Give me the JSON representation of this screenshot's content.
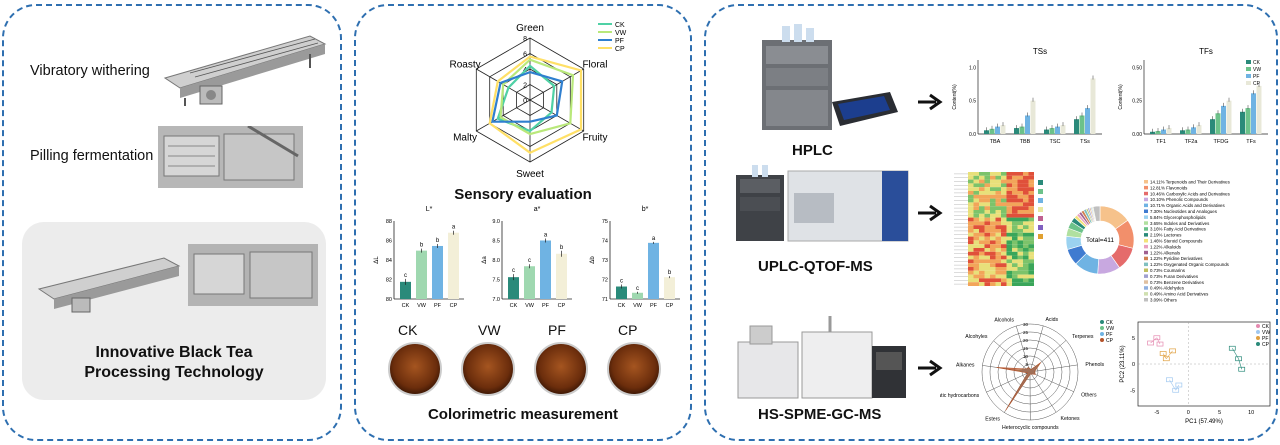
{
  "left": {
    "step1": "Vibratory withering",
    "step2": "Pilling fermentation",
    "result_line1": "Innovative Black Tea",
    "result_line2": "Processing Technology"
  },
  "middle": {
    "radar": {
      "axes": [
        "Green",
        "Floral",
        "Fruity",
        "Sweet",
        "Malty",
        "Roasty"
      ],
      "ticks": [
        "0",
        "2",
        "4",
        "6",
        "8"
      ],
      "legend": [
        "CK",
        "VW",
        "PF",
        "CP"
      ],
      "series_colors": [
        "#4fd1a5",
        "#b9e87a",
        "#2f7fcf",
        "#ffe066"
      ]
    },
    "sensory_title": "Sensory evaluation",
    "bars": {
      "L": {
        "title": "L*",
        "ylabel": "ΔL",
        "ticks": [
          "80",
          "82",
          "84",
          "86",
          "88"
        ],
        "cats": [
          "CK",
          "VW",
          "PF",
          "CP"
        ],
        "letters": [
          "c",
          "b",
          "b",
          "a"
        ]
      },
      "a": {
        "title": "a*",
        "ylabel": "Δa",
        "ticks": [
          "7.0",
          "7.5",
          "8.0",
          "8.5",
          "9.0"
        ],
        "cats": [
          "CK",
          "VW",
          "PF",
          "CP"
        ],
        "letters": [
          "c",
          "c",
          "a",
          "b"
        ]
      },
      "b": {
        "title": "b*",
        "ylabel": "Δb",
        "ticks": [
          "71",
          "72",
          "73",
          "74",
          "75"
        ],
        "cats": [
          "CK",
          "VW",
          "PF",
          "CP"
        ],
        "letters": [
          "c",
          "c",
          "a",
          "b"
        ]
      }
    },
    "cups": [
      "CK",
      "VW",
      "PF",
      "CP"
    ],
    "color_title": "Colorimetric measurement"
  },
  "right": {
    "hplc": "HPLC",
    "uplc": "UPLC-QTOF-MS",
    "gcms": "HS-SPME-GC-MS",
    "ts_chart": {
      "title": "TSs",
      "ylabel": "Content(%)",
      "ticks": [
        "0.0",
        "0.5",
        "1.0"
      ],
      "cats": [
        "TBA",
        "TBB",
        "TSC",
        "TSs"
      ]
    },
    "tf_chart": {
      "title": "TFs",
      "ylabel": "Content(%)",
      "ticks": [
        "0.00",
        "0.25",
        "0.50"
      ],
      "cats": [
        "TF1",
        "TF2a",
        "TFDG",
        "TFs"
      ],
      "legend": [
        "CK",
        "VW",
        "PF",
        "CP"
      ]
    },
    "donut_center": "Total=411",
    "donut_legend": [
      "14.11% Terpenoids and Their Derivatives",
      "12.81% Flavonoids",
      "10.46% Carboxylic Acids and Derivatives",
      "10.10% Phenolic Compounds",
      "10.71% Organic Acids and Derivatives",
      "7.30% Nucleotides and Analogues",
      "5.84% Glycerophospholipids",
      "3.65% Indoles and Derivatives",
      "3.16% Fatty Acid Derivatives",
      "2.19% Lactones",
      "1.46% Steroid Compounds",
      "1.22% Alkaloids",
      "1.22% Alkenals",
      "1.22% Pyridine Derivatives",
      "1.22% Oxygenated Organic Compounds",
      "0.73% Coumarins",
      "0.73% Furan Derivatives",
      "0.73% Benzene Derivatives",
      "0.49% Aldehydes",
      "0.49% Amino Acid Derivatives",
      "3.09% Others"
    ],
    "gc_radar": {
      "axes": [
        "Acids",
        "Terpenes",
        "Phenols",
        "Others",
        "Ketones",
        "Heterocyclic compounds",
        "Esters",
        "Aromatic hydrocarbons",
        "Alkanes",
        "Alcohyles",
        "Alcohols"
      ],
      "ticks": [
        "0",
        "5",
        "10",
        "15",
        "20",
        "25",
        "30"
      ],
      "legend": [
        "CK",
        "VW",
        "PF",
        "CP"
      ]
    },
    "pca": {
      "xlabel": "PC1 (57.49%)",
      "ylabel": "PC2 (23.11%)",
      "xticks": [
        "-5",
        "0",
        "5",
        "10"
      ],
      "yticks": [
        "-5",
        "0",
        "5"
      ],
      "legend": [
        "CK",
        "VW",
        "PF",
        "CP"
      ]
    }
  }
}
